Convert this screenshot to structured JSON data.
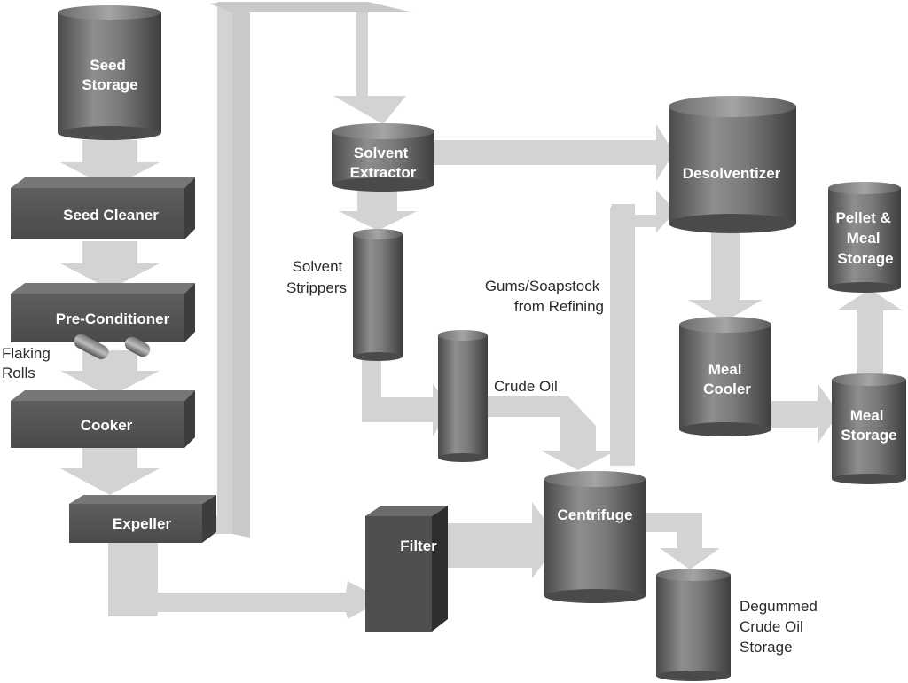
{
  "units": {
    "seed_storage": [
      "Seed",
      "Storage"
    ],
    "seed_cleaner": "Seed Cleaner",
    "pre_conditioner": "Pre-Conditioner",
    "cooker": "Cooker",
    "expeller": "Expeller",
    "filter": "Filter",
    "solvent_extractor": [
      "Solvent",
      "Extractor"
    ],
    "desolventizer": "Desolventizer",
    "centrifuge": "Centrifuge",
    "meal_cooler": [
      "Meal",
      "Cooler"
    ],
    "meal_storage": [
      "Meal",
      "Storage"
    ],
    "pellet_meal_storage": [
      "Pellet &",
      "Meal",
      "Storage"
    ]
  },
  "annotations": {
    "flaking_rolls": [
      "Flaking",
      "Rolls"
    ],
    "solvent_strippers": [
      "Solvent",
      "Strippers"
    ],
    "gums_soapstock": [
      "Gums/Soapstock",
      "from Refining"
    ],
    "crude_oil": "Crude Oil",
    "degummed_crude_oil_storage": [
      "Degummed",
      "Crude Oil",
      "Storage"
    ]
  },
  "colors": {
    "arrow": "#d3d3d3",
    "equipment_dark": "#555555",
    "equipment_light": "#8a8a8a",
    "label_text": "#ffffff",
    "annotation_text": "#2a2a2a"
  }
}
